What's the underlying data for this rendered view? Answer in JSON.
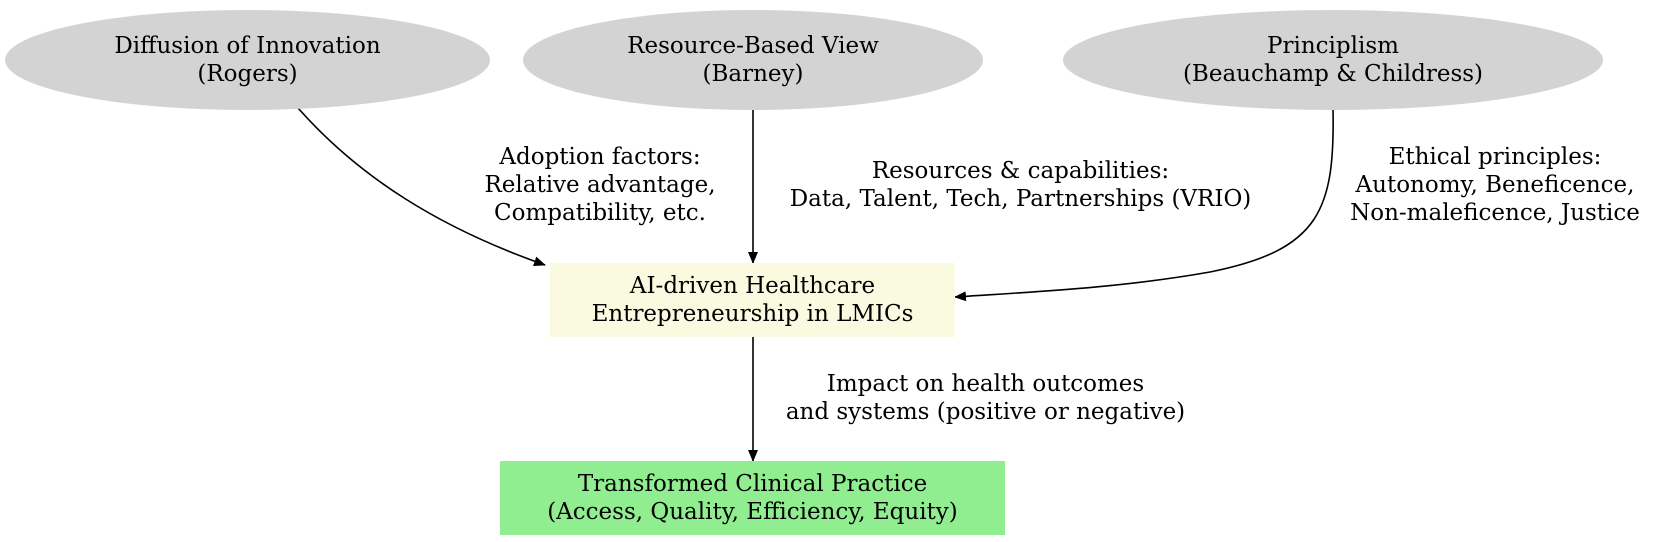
{
  "colors": {
    "theory_fill": "#d3d3d3",
    "center_fill": "#fafae0",
    "outcome_fill": "#90ee90",
    "edge": "#000000"
  },
  "nodes": {
    "diffusion": {
      "line1": "Diffusion of Innovation",
      "line2": "(Rogers)"
    },
    "rbv": {
      "line1": "Resource-Based View",
      "line2": "(Barney)"
    },
    "principlism": {
      "line1": "Principlism",
      "line2": "(Beauchamp & Childress)"
    },
    "center": {
      "line1": "AI-driven Healthcare",
      "line2": "Entrepreneurship in LMICs"
    },
    "outcome": {
      "line1": "Transformed Clinical Practice",
      "line2": "(Access, Quality, Efficiency, Equity)"
    }
  },
  "edges": {
    "diffusion_to_center": {
      "line1": "Adoption factors:",
      "line2": "Relative advantage,",
      "line3": "Compatibility, etc."
    },
    "rbv_to_center": {
      "line1": "Resources & capabilities:",
      "line2": "Data, Talent, Tech, Partnerships (VRIO)"
    },
    "principlism_to_center": {
      "line1": "Ethical principles:",
      "line2": "Autonomy, Beneficence,",
      "line3": "Non-maleficence, Justice"
    },
    "center_to_outcome": {
      "line1": "Impact on health outcomes",
      "line2": "and systems (positive or negative)"
    }
  }
}
